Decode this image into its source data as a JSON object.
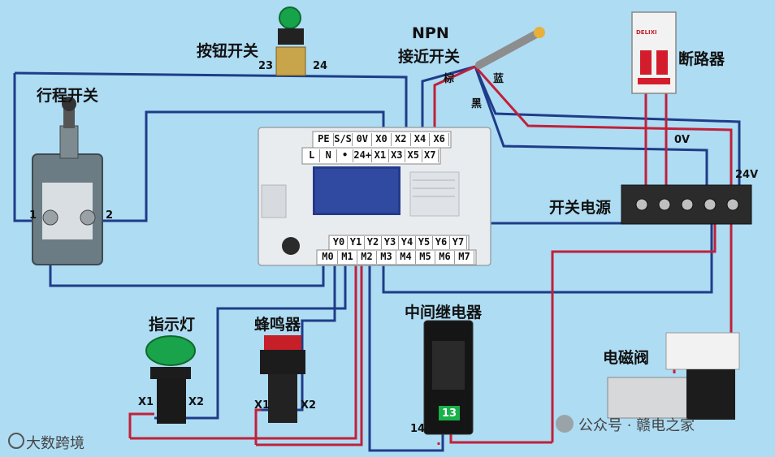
{
  "components": {
    "push_button": {
      "label": "按钮开关",
      "pin_a": "23",
      "pin_b": "24"
    },
    "npn_sensor": {
      "label_line1": "NPN",
      "label_line2": "接近开关",
      "wire_brown": "棕",
      "wire_blue": "蓝",
      "wire_black": "黑"
    },
    "breaker": {
      "label": "断路器",
      "brand": "DELIXI"
    },
    "limit_switch": {
      "label": "行程开关",
      "pin_1": "1",
      "pin_2": "2"
    },
    "power_supply": {
      "label": "开关电源",
      "v0": "0V",
      "v24": "24V"
    },
    "plc": {
      "input_top": [
        "PE",
        "S/S",
        "0V",
        "X0",
        "X2",
        "X4",
        "X6"
      ],
      "input_bottom": [
        "L",
        "N",
        "•",
        "24+",
        "X1",
        "X3",
        "X5",
        "X7"
      ],
      "output_top": [
        "Y0",
        "Y1",
        "Y2",
        "Y3",
        "Y4",
        "Y5",
        "Y6",
        "Y7"
      ],
      "output_bottom": [
        "M0",
        "M1",
        "M2",
        "M3",
        "M4",
        "M5",
        "M6",
        "M7"
      ]
    },
    "indicator": {
      "label": "指示灯",
      "pin_a": "X1",
      "pin_b": "X2"
    },
    "buzzer": {
      "label": "蜂鸣器",
      "pin_a": "X1",
      "pin_b": "X2"
    },
    "relay": {
      "label": "中间继电器",
      "pin": "14",
      "display": "13"
    },
    "solenoid": {
      "label": "电磁阀"
    }
  },
  "watermark_left": "大数跨境",
  "watermark_right": "公众号 · 赣电之家",
  "colors": {
    "background": "#aedcf3",
    "wire_blue": "#1f3c88",
    "wire_red": "#c0213a",
    "plc_body": "#e9ecef"
  }
}
